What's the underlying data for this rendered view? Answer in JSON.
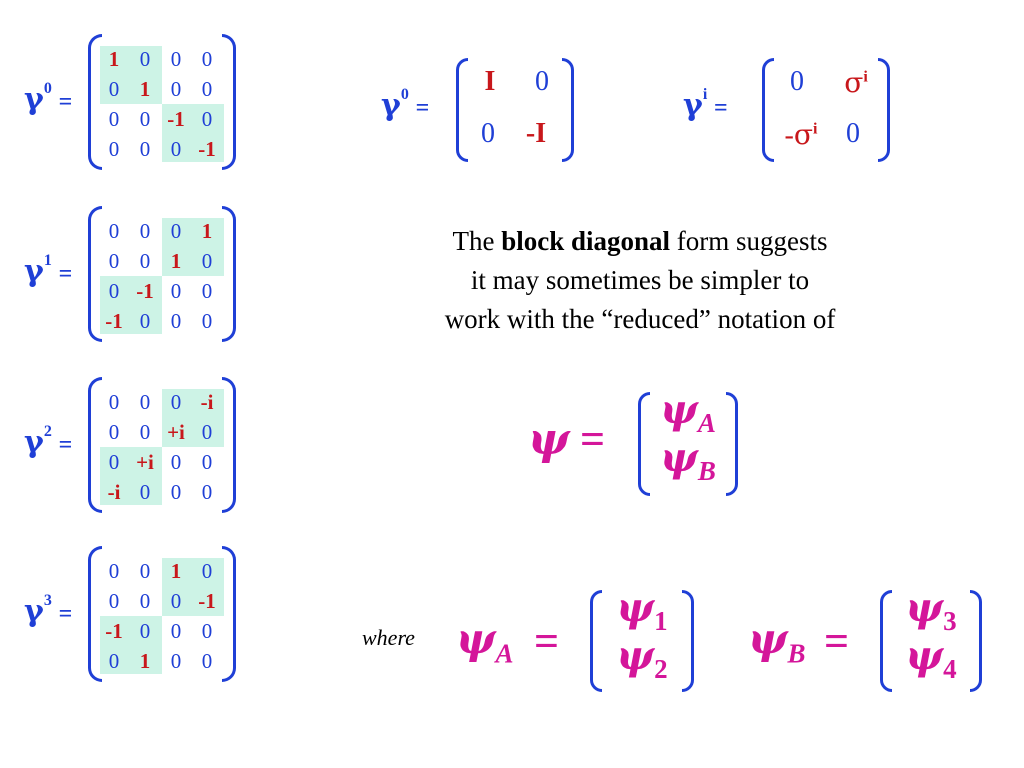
{
  "colors": {
    "accent": "#1f3fd6",
    "emphasis": "#c8171b",
    "psi": "#d4169a",
    "shade": "#cdf3e6"
  },
  "gammas": [
    {
      "greek": "γ",
      "sup": "0",
      "eq": "=",
      "rows": [
        [
          "1",
          "0",
          "0",
          "0"
        ],
        [
          "0",
          "1",
          "0",
          "0"
        ],
        [
          "0",
          "0",
          "-1",
          "0"
        ],
        [
          "0",
          "0",
          "0",
          "-1"
        ]
      ],
      "shaded": "diagonal"
    },
    {
      "greek": "γ",
      "sup": "1",
      "eq": "=",
      "rows": [
        [
          "0",
          "0",
          "0",
          "1"
        ],
        [
          "0",
          "0",
          "1",
          "0"
        ],
        [
          "0",
          "-1",
          "0",
          "0"
        ],
        [
          "-1",
          "0",
          "0",
          "0"
        ]
      ],
      "shaded": "offdiagonal"
    },
    {
      "greek": "γ",
      "sup": "2",
      "eq": "=",
      "rows": [
        [
          "0",
          "0",
          "0",
          "-i"
        ],
        [
          "0",
          "0",
          "+i",
          "0"
        ],
        [
          "0",
          "+i",
          "0",
          "0"
        ],
        [
          "-i",
          "0",
          "0",
          "0"
        ]
      ],
      "shaded": "offdiagonal"
    },
    {
      "greek": "γ",
      "sup": "3",
      "eq": "=",
      "rows": [
        [
          "0",
          "0",
          "1",
          "0"
        ],
        [
          "0",
          "0",
          "0",
          "-1"
        ],
        [
          "-1",
          "0",
          "0",
          "0"
        ],
        [
          "0",
          "1",
          "0",
          "0"
        ]
      ],
      "shaded": "offdiagonal"
    }
  ],
  "block_gamma0": {
    "greek": "γ",
    "sup": "0",
    "eq": "=",
    "a": "I",
    "b": "0",
    "c": "0",
    "d": "-I"
  },
  "block_gammai": {
    "greek": "γ",
    "sup": "i",
    "eq": "=",
    "a": "0",
    "b_sigma": "σ",
    "b_sup": "i",
    "c_minus": "-",
    "c_sigma": "σ",
    "c_sup": "i",
    "d": "0"
  },
  "note": {
    "pre": "The ",
    "bold": "block diagonal",
    "post": " form suggests",
    "line2": "it may sometimes be simpler to",
    "line3": "work with the “reduced” notation of"
  },
  "psi_eq": {
    "lhs": "ψ",
    "eq": "=",
    "top": "ψ",
    "top_sub": "A",
    "bot": "ψ",
    "bot_sub": "B"
  },
  "where": "where",
  "psiA_eq": {
    "lhs": "ψ",
    "lhs_sub": "A",
    "eq": "=",
    "top": "ψ",
    "top_sub": "1",
    "bot": "ψ",
    "bot_sub": "2"
  },
  "psiB_eq": {
    "lhs": "ψ",
    "lhs_sub": "B",
    "eq": "=",
    "top": "ψ",
    "top_sub": "3",
    "bot": "ψ",
    "bot_sub": "4"
  }
}
